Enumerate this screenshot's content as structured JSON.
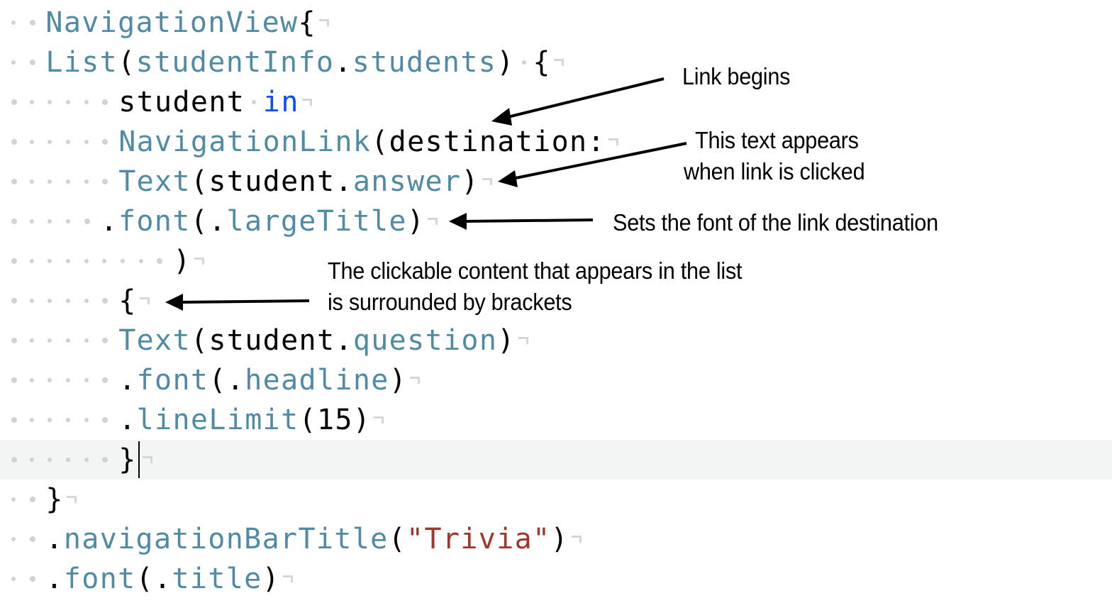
{
  "editor": {
    "colors": {
      "type": "#4f8ba4",
      "plain": "#000000",
      "keyword": "#0b4dff",
      "string": "#a4342a",
      "invisibles": "#d2d2d2",
      "current_line_bg": "#f3f5f4"
    },
    "current_line_index": 11,
    "lines": [
      {
        "indent": 3,
        "tokens": [
          {
            "t": "NavigationView",
            "k": "type"
          },
          {
            "t": "{",
            "k": "plain"
          }
        ]
      },
      {
        "indent": 3,
        "tokens": [
          {
            "t": "List",
            "k": "type"
          },
          {
            "t": "(",
            "k": "plain"
          },
          {
            "t": "studentInfo",
            "k": "type"
          },
          {
            "t": ".",
            "k": "plain"
          },
          {
            "t": "students",
            "k": "type"
          },
          {
            "t": ")",
            "k": "plain"
          },
          {
            "t": "·",
            "k": "space"
          },
          {
            "t": "{",
            "k": "plain"
          }
        ]
      },
      {
        "indent": 7,
        "tokens": [
          {
            "t": "student",
            "k": "plain"
          },
          {
            "t": "·",
            "k": "space"
          },
          {
            "t": "in",
            "k": "keyword"
          }
        ]
      },
      {
        "indent": 7,
        "tokens": [
          {
            "t": "NavigationLink",
            "k": "type"
          },
          {
            "t": "(destination:",
            "k": "plain"
          }
        ]
      },
      {
        "indent": 7,
        "tokens": [
          {
            "t": "Text",
            "k": "type"
          },
          {
            "t": "(student.",
            "k": "plain"
          },
          {
            "t": "answer",
            "k": "type"
          },
          {
            "t": ")",
            "k": "plain"
          }
        ]
      },
      {
        "indent": 6,
        "tokens": [
          {
            "t": ".",
            "k": "plain"
          },
          {
            "t": "font",
            "k": "type"
          },
          {
            "t": "(.",
            "k": "plain"
          },
          {
            "t": "largeTitle",
            "k": "type"
          },
          {
            "t": ")",
            "k": "plain"
          }
        ]
      },
      {
        "indent": 10,
        "tokens": [
          {
            "t": ")",
            "k": "plain"
          }
        ]
      },
      {
        "indent": 7,
        "tokens": [
          {
            "t": "{",
            "k": "plain"
          }
        ]
      },
      {
        "indent": 7,
        "tokens": [
          {
            "t": "Text",
            "k": "type"
          },
          {
            "t": "(student.",
            "k": "plain"
          },
          {
            "t": "question",
            "k": "type"
          },
          {
            "t": ")",
            "k": "plain"
          }
        ]
      },
      {
        "indent": 7,
        "tokens": [
          {
            "t": ".",
            "k": "plain"
          },
          {
            "t": "font",
            "k": "type"
          },
          {
            "t": "(.",
            "k": "plain"
          },
          {
            "t": "headline",
            "k": "type"
          },
          {
            "t": ")",
            "k": "plain"
          }
        ]
      },
      {
        "indent": 7,
        "tokens": [
          {
            "t": ".",
            "k": "plain"
          },
          {
            "t": "lineLimit",
            "k": "type"
          },
          {
            "t": "(15)",
            "k": "plain"
          }
        ]
      },
      {
        "indent": 7,
        "tokens": [
          {
            "t": "}",
            "k": "plain"
          }
        ],
        "caret": true
      },
      {
        "indent": 3,
        "tokens": [
          {
            "t": "}",
            "k": "plain"
          }
        ]
      },
      {
        "indent": 3,
        "tokens": [
          {
            "t": ".",
            "k": "plain"
          },
          {
            "t": "navigationBarTitle",
            "k": "type"
          },
          {
            "t": "(",
            "k": "plain"
          },
          {
            "t": "\"Trivia\"",
            "k": "string"
          },
          {
            "t": ")",
            "k": "plain"
          }
        ]
      },
      {
        "indent": 3,
        "tokens": [
          {
            "t": ".",
            "k": "plain"
          },
          {
            "t": "font",
            "k": "type"
          },
          {
            "t": "(.",
            "k": "plain"
          },
          {
            "t": "title",
            "k": "type"
          },
          {
            "t": ")",
            "k": "plain"
          }
        ]
      }
    ]
  },
  "annotations": {
    "link_begins": "Link begins",
    "text_appears_1": "This text appears",
    "text_appears_2": "when link is clicked",
    "sets_font": "Sets the font of the link destination",
    "clickable_1": "The clickable content that appears in the list",
    "clickable_2": "is surrounded by brackets"
  },
  "icons": {
    "end_of_line": "return-mark-icon",
    "space_marker": "space-dot-icon",
    "arrow": "arrow-left-icon"
  }
}
